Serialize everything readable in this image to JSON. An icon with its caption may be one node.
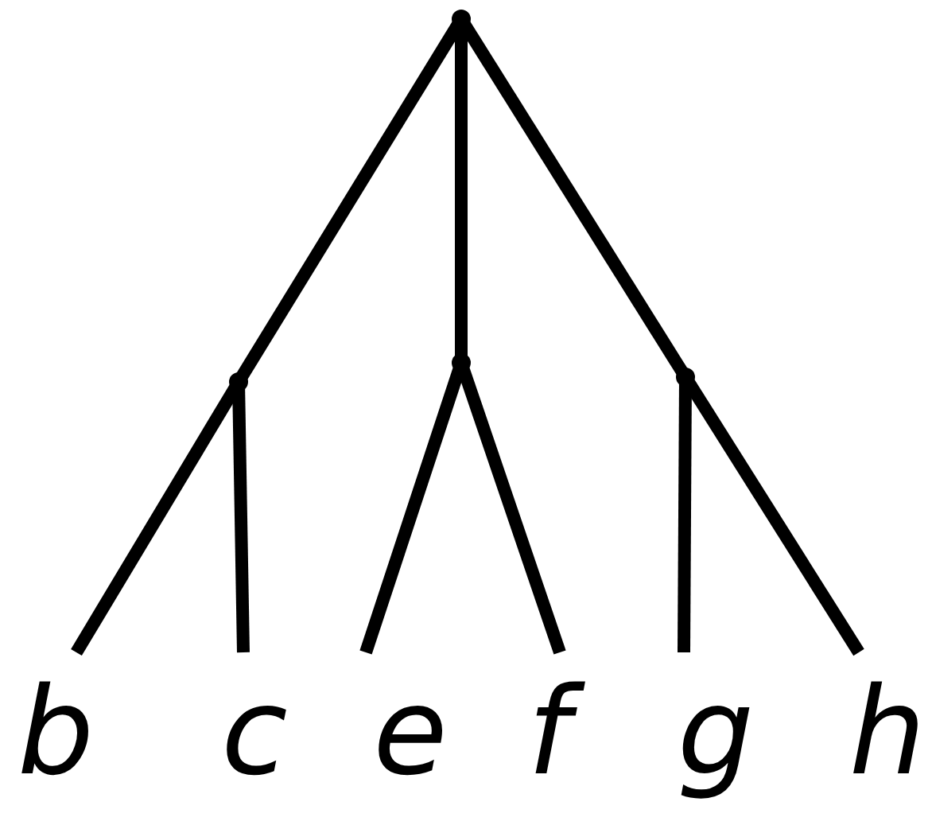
{
  "diagram": {
    "nodes": [
      {
        "text": [],
        "shape": "point"
      },
      {
        "text": [],
        "shape": "point"
      },
      {
        "text": [],
        "shape": "point"
      },
      {
        "text": [],
        "shape": "point"
      },
      {
        "text": [
          "b"
        ]
      },
      {
        "text": [
          "c"
        ]
      },
      {
        "text": [
          "e"
        ]
      },
      {
        "text": [
          "f"
        ]
      },
      {
        "text": [
          "g"
        ]
      },
      {
        "text": [
          "h"
        ]
      }
    ],
    "edges": [
      {
        "from": 0,
        "to": 1,
        "arrow": "none"
      },
      {
        "from": 1,
        "to": 4,
        "arrow": "none"
      },
      {
        "from": 1,
        "to": 5,
        "arrow": "none"
      },
      {
        "from": 0,
        "to": 2,
        "arrow": "none"
      },
      {
        "from": 2,
        "to": 6,
        "arrow": "none"
      },
      {
        "from": 2,
        "to": 7,
        "arrow": "none"
      },
      {
        "from": 0,
        "to": 3,
        "arrow": "none"
      },
      {
        "from": 3,
        "to": 8,
        "arrow": "none"
      },
      {
        "from": 3,
        "to": 9,
        "arrow": "none"
      }
    ]
  }
}
